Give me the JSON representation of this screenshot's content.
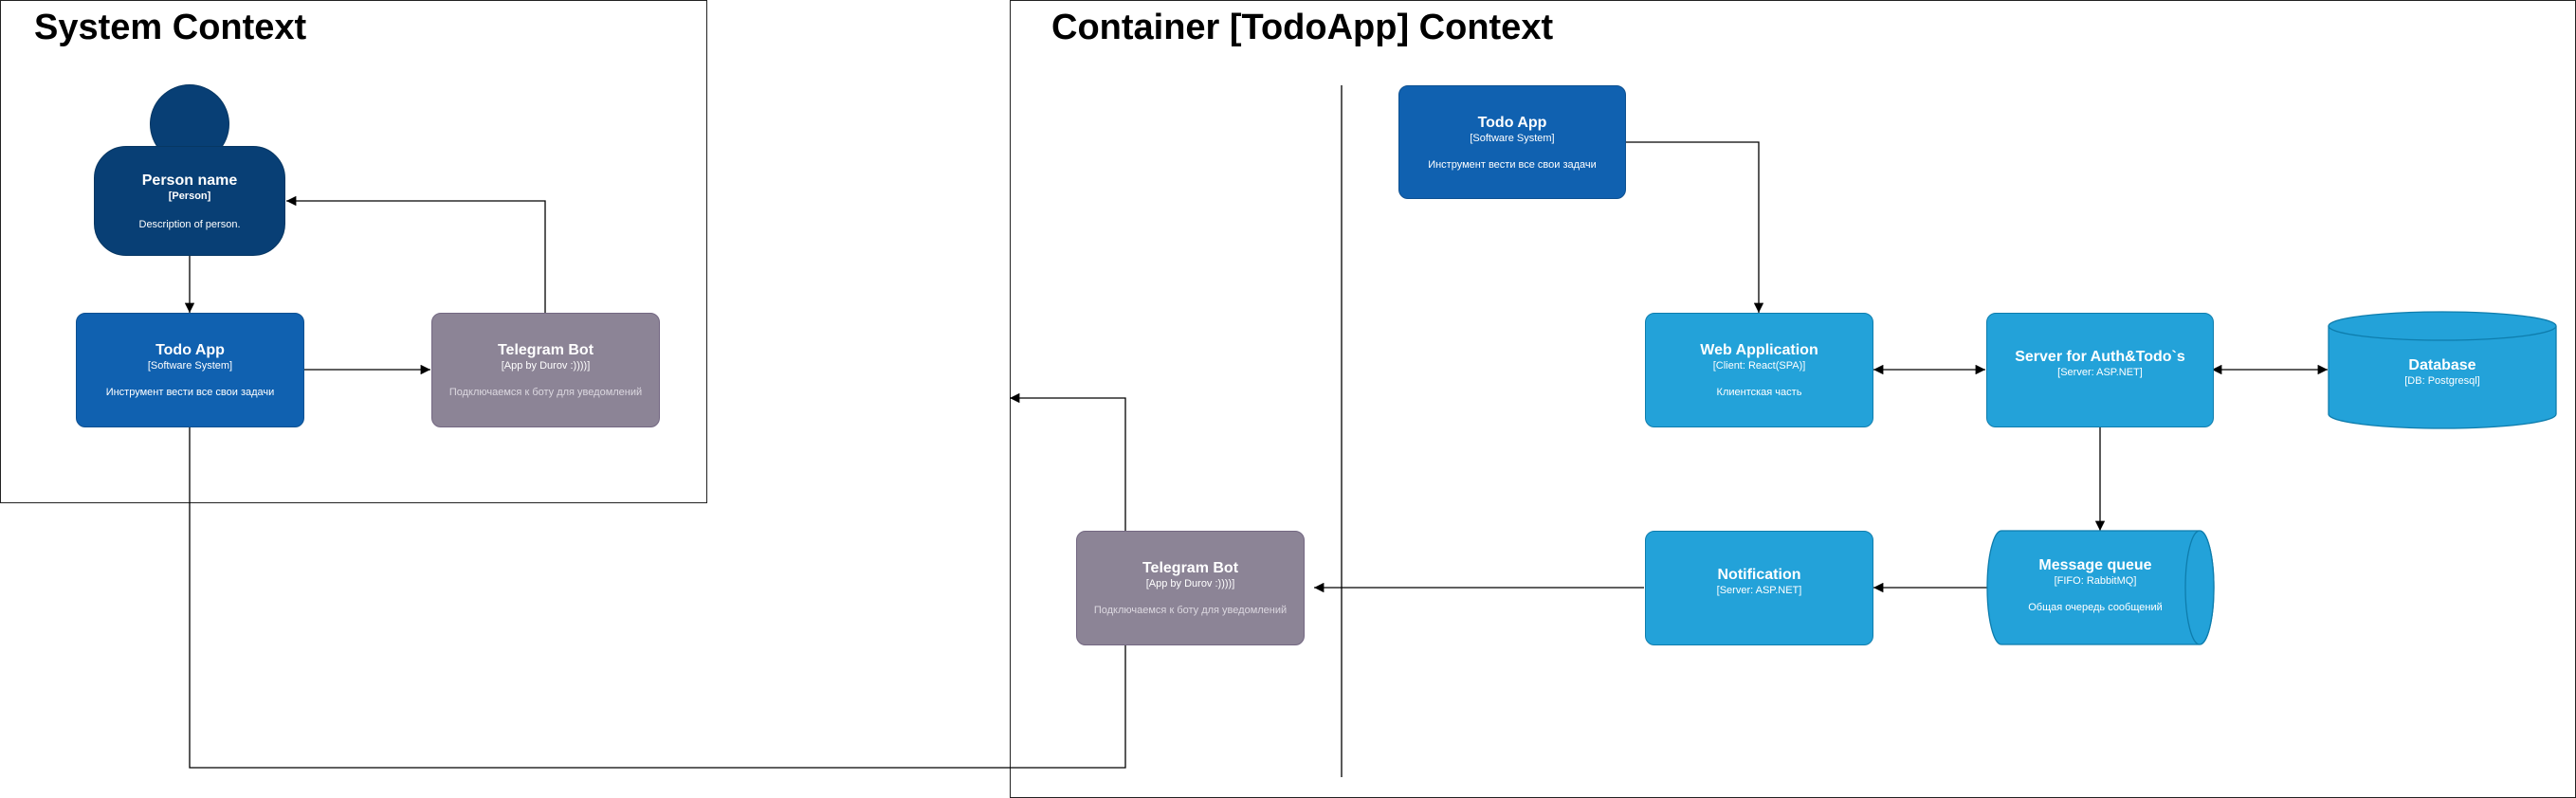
{
  "system_context": {
    "title": "System Context",
    "person": {
      "name": "Person name",
      "type": "[Person]",
      "description": "Description of person."
    },
    "todo_app": {
      "title": "Todo App",
      "type": "[Software System]",
      "description": "Инструмент вести все свои задачи"
    },
    "telegram_bot": {
      "title": "Telegram Bot",
      "type": "[App by Durov :))))]",
      "description": "Подключаемся к боту для уведомлений"
    }
  },
  "container_context": {
    "title": "Container [TodoApp] Context",
    "todo_app": {
      "title": "Todo App",
      "type": "[Software System]",
      "description": "Инструмент вести все свои задачи"
    },
    "web_application": {
      "title": "Web Application",
      "type": "[Client: React(SPA)]",
      "description": "Клиентская часть"
    },
    "server": {
      "title": "Server for Auth&Todo`s",
      "type": "[Server: ASP.NET]",
      "description": ""
    },
    "database": {
      "title": "Database",
      "type": "[DB: Postgresql]"
    },
    "message_queue": {
      "title": "Message queue",
      "type": "[FIFO: RabbitMQ]",
      "description": "Общая очередь сообщений"
    },
    "notification": {
      "title": "Notification",
      "type": "[Server: ASP.NET]",
      "description": ""
    },
    "telegram_bot": {
      "title": "Telegram Bot",
      "type": "[App by Durov :))))]",
      "description": "Подключаемся к боту для уведомлений"
    }
  },
  "colors": {
    "person": "#083f75",
    "software_system": "#1061b0",
    "container": "#23a2d9",
    "external_system": "#8c8496"
  }
}
